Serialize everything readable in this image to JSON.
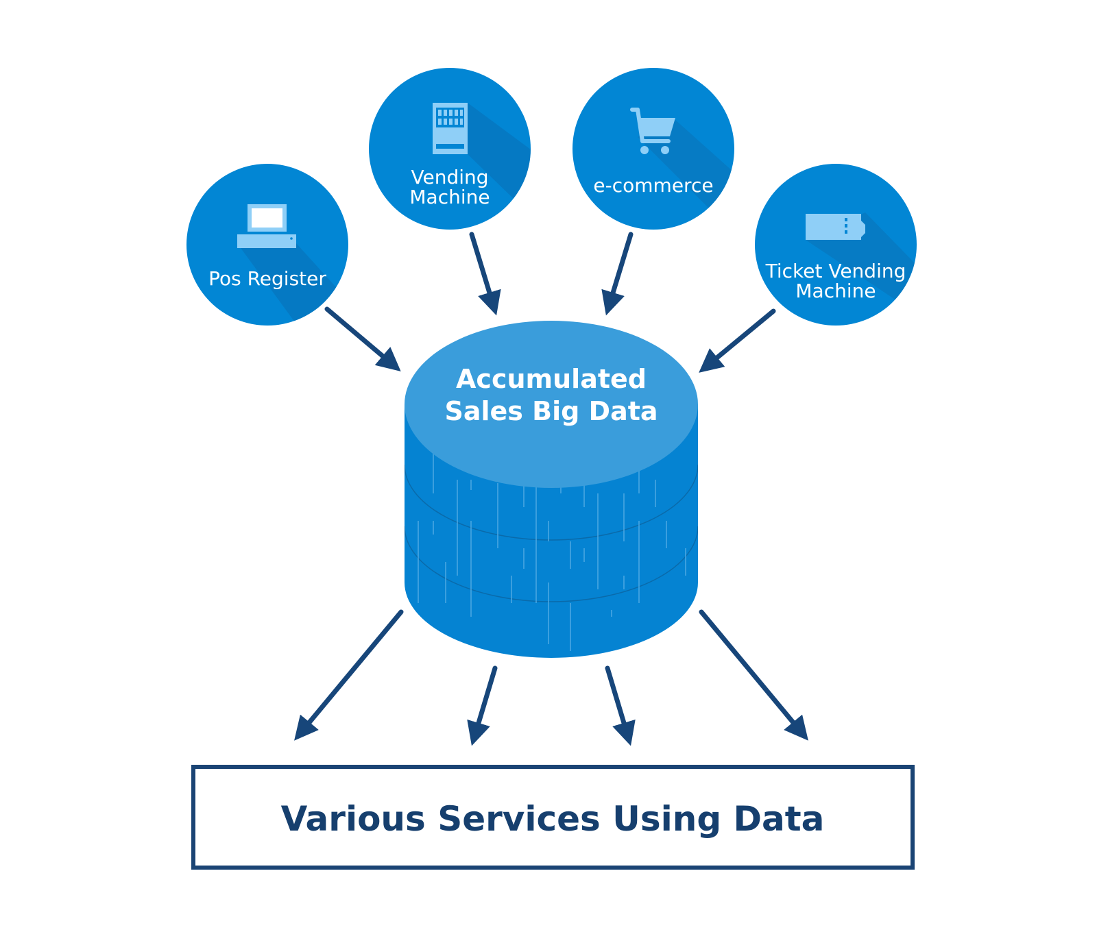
{
  "sources": [
    {
      "id": "pos",
      "lines": [
        "Pos Register"
      ],
      "icon": "pos-register-icon"
    },
    {
      "id": "vending",
      "lines": [
        "Vending",
        "Machine"
      ],
      "icon": "vending-machine-icon"
    },
    {
      "id": "ecommerce",
      "lines": [
        "e-commerce"
      ],
      "icon": "shopping-cart-icon"
    },
    {
      "id": "ticket",
      "lines": [
        "Ticket Vending",
        "Machine"
      ],
      "icon": "ticket-icon"
    }
  ],
  "database": {
    "line1": "Accumulated",
    "line2": "Sales Big Data"
  },
  "services_box": {
    "label": "Various Services Using Data"
  },
  "colors": {
    "circle": "#0286d4",
    "icon": "#8fcff7",
    "db_top": "#3a9ddb",
    "db_body": "#0583d2",
    "arrow": "#17467a",
    "box_border": "#1a4474",
    "box_text": "#163f6e"
  }
}
